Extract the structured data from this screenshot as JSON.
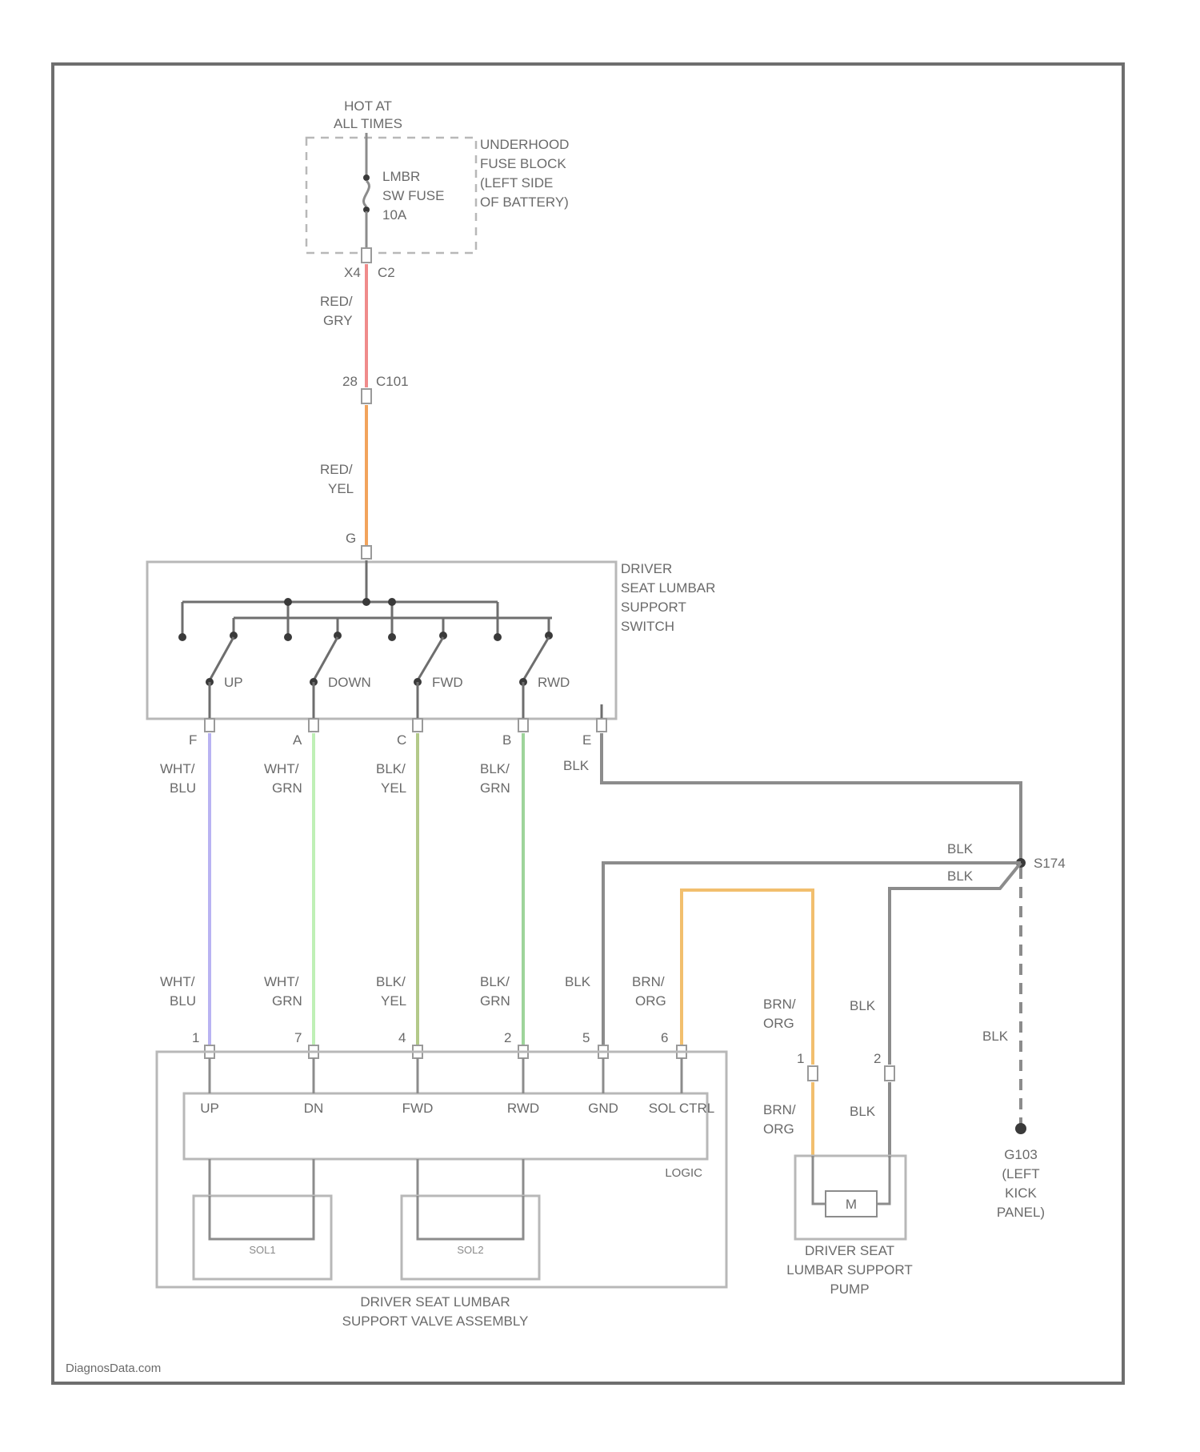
{
  "power": {
    "hot_line1": "HOT AT",
    "hot_line2": "ALL TIMES"
  },
  "fuse_block": {
    "line1": "UNDERHOOD",
    "line2": "FUSE BLOCK",
    "line3": "(LEFT SIDE",
    "line4": "OF BATTERY)",
    "fuse_line1": "LMBR",
    "fuse_line2": "SW FUSE",
    "fuse_line3": "10A",
    "out_pin": "X4",
    "out_conn": "C2"
  },
  "wire_red_gry": {
    "line1": "RED/",
    "line2": "GRY"
  },
  "connector_c101": {
    "pin": "28",
    "name": "C101"
  },
  "wire_red_yel": {
    "line1": "RED/",
    "line2": "YEL"
  },
  "switch_input_pin": "G",
  "switch": {
    "line1": "DRIVER",
    "line2": "SEAT LUMBAR",
    "line3": "SUPPORT",
    "line4": "SWITCH",
    "labels": [
      "UP",
      "DOWN",
      "FWD",
      "RWD"
    ]
  },
  "switch_pins": [
    "F",
    "A",
    "C",
    "B",
    "E"
  ],
  "upper_wires": [
    {
      "line1": "WHT/",
      "line2": "BLU"
    },
    {
      "line1": "WHT/",
      "line2": "GRN"
    },
    {
      "line1": "BLK/",
      "line2": "YEL"
    },
    {
      "line1": "BLK/",
      "line2": "GRN"
    },
    {
      "line1": "BLK",
      "line2": ""
    }
  ],
  "lower_wires": [
    {
      "line1": "WHT/",
      "line2": "BLU"
    },
    {
      "line1": "WHT/",
      "line2": "GRN"
    },
    {
      "line1": "BLK/",
      "line2": "YEL"
    },
    {
      "line1": "BLK/",
      "line2": "GRN"
    },
    {
      "line1": "BLK",
      "line2": ""
    },
    {
      "line1": "BRN/",
      "line2": "ORG"
    }
  ],
  "valve_pins": [
    "1",
    "7",
    "4",
    "2",
    "5",
    "6"
  ],
  "valve": {
    "terms": [
      "UP",
      "DN",
      "FWD",
      "RWD",
      "GND",
      "SOL CTRL"
    ],
    "logic": "LOGIC",
    "line1": "DRIVER SEAT LUMBAR",
    "line2": "SUPPORT VALVE ASSEMBLY",
    "sol1": "SOL1",
    "sol2": "SOL2"
  },
  "splice": {
    "name": "S174",
    "wire_top": "BLK",
    "wire_mid": "BLK",
    "wire_down": "BLK"
  },
  "pump": {
    "wire_brn_upper": {
      "line1": "BRN/",
      "line2": "ORG"
    },
    "wire_blk_upper": "BLK",
    "pin_left": "1",
    "pin_right": "2",
    "wire_brn_lower": {
      "line1": "BRN/",
      "line2": "ORG"
    },
    "wire_blk_lower": "BLK",
    "motor": "M",
    "line1": "DRIVER SEAT",
    "line2": "LUMBAR SUPPORT",
    "line3": "PUMP"
  },
  "ground": {
    "name": "G103",
    "line1": "(LEFT",
    "line2": "KICK",
    "line3": "PANEL)"
  },
  "watermark": "DiagnosData.com",
  "colors": {
    "red_gry": "#f08b8b",
    "red_yel": "#f2a35c",
    "wht_blu": "#b9b3f2",
    "wht_grn": "#bff0b6",
    "blk_yel": "#b3c98a",
    "blk_grn": "#9ed49b",
    "blk": "#8c8c8c",
    "brn_org": "#f2bf6e"
  }
}
